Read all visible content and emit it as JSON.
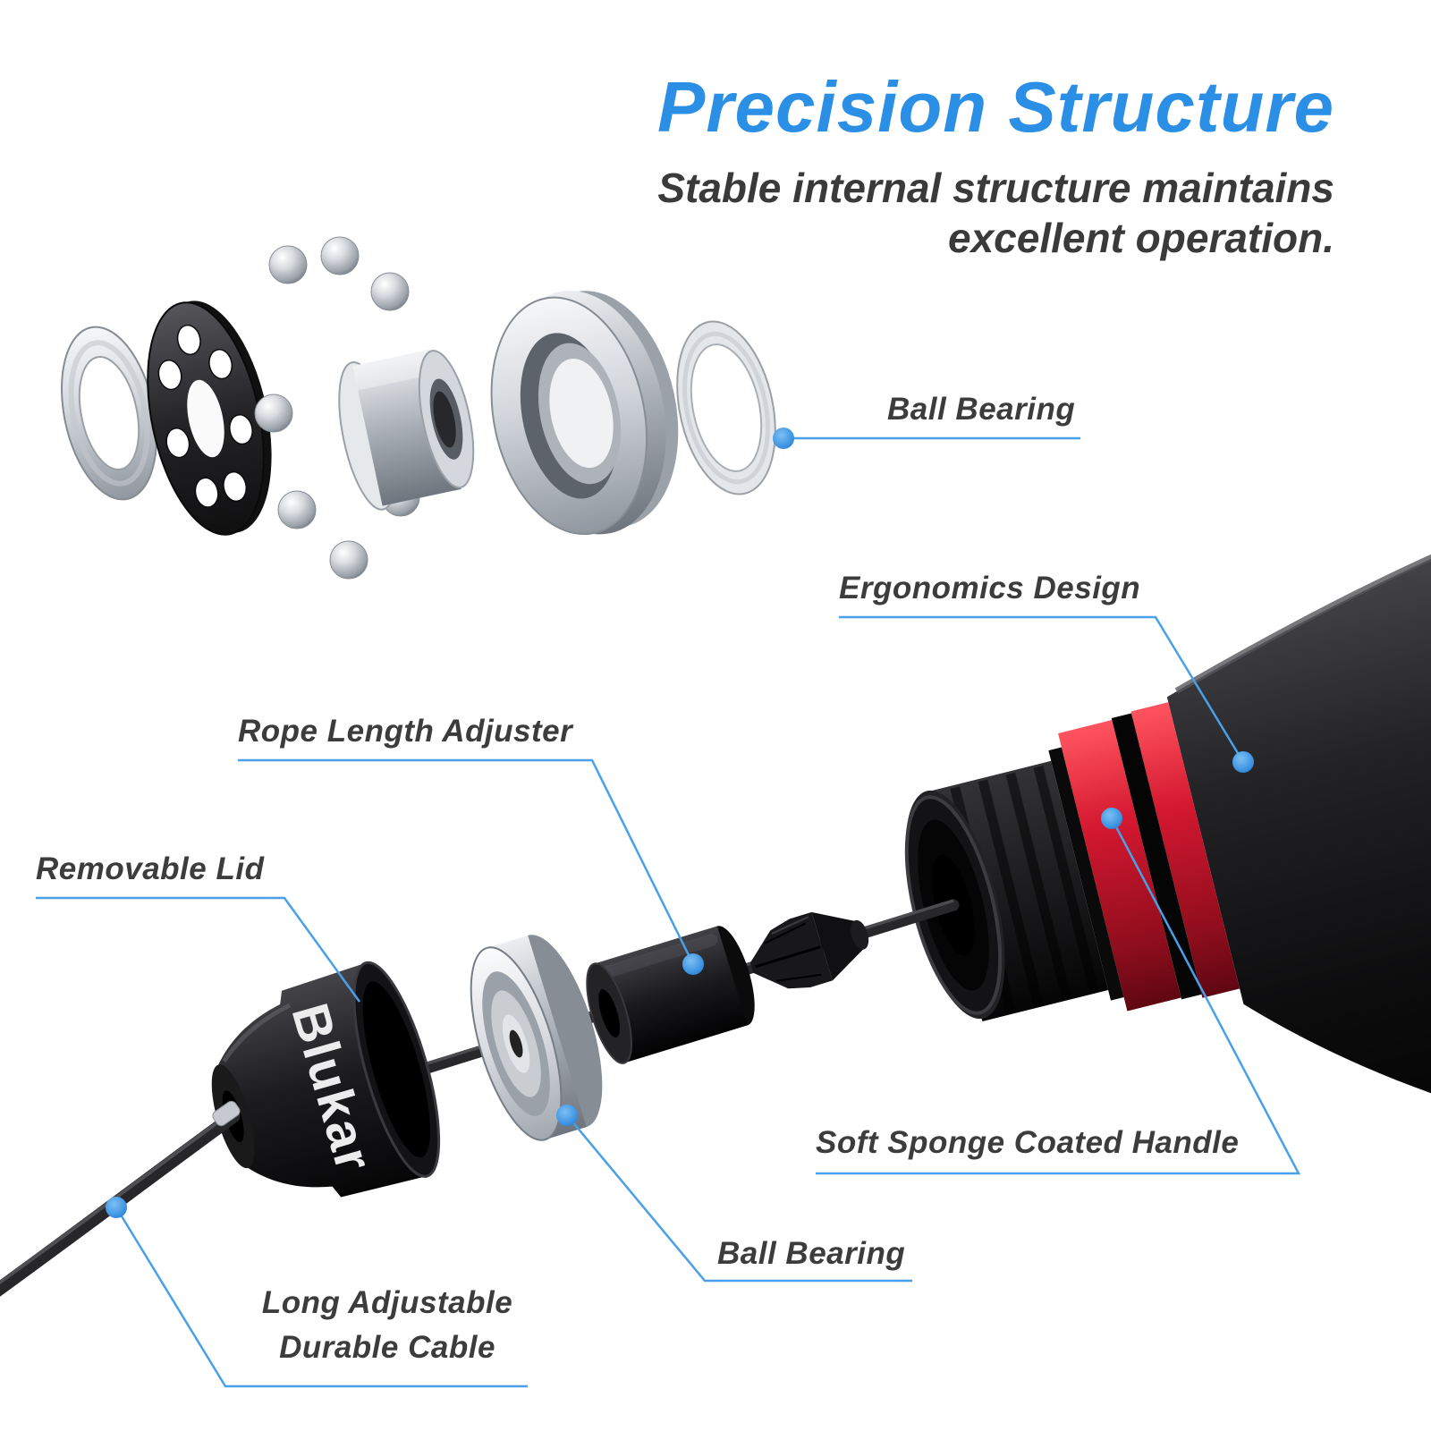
{
  "header": {
    "title": "Precision Structure",
    "subtitle_line1": "Stable internal structure maintains",
    "subtitle_line2": "excellent operation."
  },
  "brand": "Blukar",
  "callouts": {
    "ball_bearing_top": "Ball Bearing",
    "ergonomics_design": "Ergonomics Design",
    "rope_length_adjuster": "Rope Length Adjuster",
    "removable_lid": "Removable Lid",
    "soft_sponge_handle": "Soft Sponge Coated Handle",
    "ball_bearing_bottom": "Ball Bearing",
    "cable_line1": "Long Adjustable",
    "cable_line2": "Durable Cable"
  },
  "colors": {
    "title_blue": "#2b8fe6",
    "label_gray": "#3c3c3c",
    "leader_line_blue": "#4aa0e8",
    "marker_dot_blue": "#3b96e6",
    "handle_ring_red": "#c81428",
    "handle_black": "#0c0c0d",
    "metal_silver": "#c9cdd2"
  }
}
